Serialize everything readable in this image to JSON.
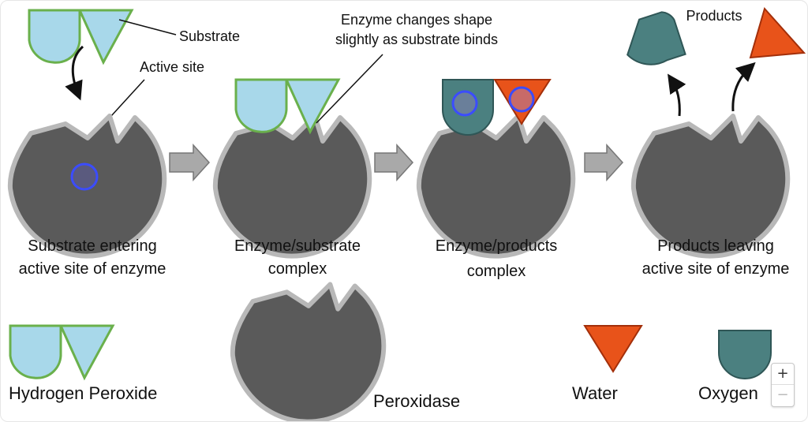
{
  "labels": {
    "substrate": "Substrate",
    "active_site": "Active site",
    "enzyme_changes": [
      "Enzyme changes shape",
      "slightly as substrate binds"
    ],
    "products": "Products"
  },
  "steps": [
    {
      "caption": [
        "Substrate entering",
        "active site of enzyme"
      ]
    },
    {
      "caption": [
        "Enzyme/substrate",
        "complex"
      ]
    },
    {
      "caption": [
        "Enzyme/products",
        "complex"
      ]
    },
    {
      "caption": [
        "Products leaving",
        "active site of enzyme"
      ]
    }
  ],
  "legend": {
    "hydrogen_peroxide": "Hydrogen Peroxide",
    "peroxidase": "Peroxidase",
    "water": "Water",
    "oxygen": "Oxygen"
  },
  "zoom": {
    "plus": "+",
    "minus": "−"
  },
  "colors": {
    "enzyme": "#5a5a5a",
    "enzyme_outline": "#b8b8b8",
    "substrate_fill": "#a8d8ea",
    "substrate_outline": "#6ab04c",
    "oxygen_fill": "#4b8080",
    "water_fill": "#e8531a",
    "highlight_ring": "#3b4cff"
  }
}
